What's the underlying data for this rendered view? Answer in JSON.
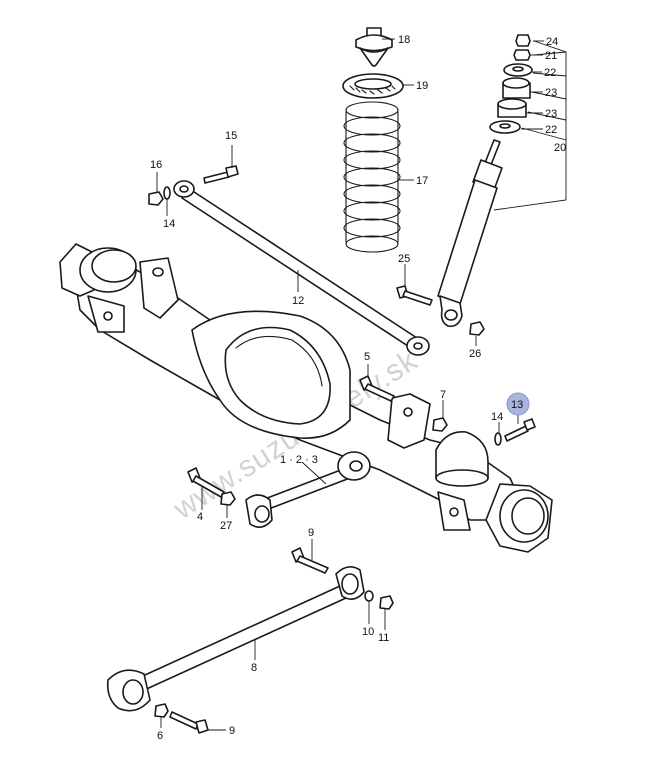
{
  "watermark": "www.suzuki-diely.sk",
  "colors": {
    "highlight": "#a7b5dc",
    "line": "#1a1a1a",
    "watermark": "#d2d2d2"
  },
  "labels": {
    "p1": "1 · 2 · 3",
    "p4": "4",
    "p5": "5",
    "p6": "6",
    "p7": "7",
    "p8": "8",
    "p9a": "9",
    "p9b": "9",
    "p10": "10",
    "p11": "11",
    "p12": "12",
    "p13": "13",
    "p14a": "14",
    "p14b": "14",
    "p15": "15",
    "p16": "16",
    "p17": "17",
    "p18": "18",
    "p19": "19",
    "p20": "20",
    "p21": "21",
    "p22a": "22",
    "p22b": "22",
    "p23a": "23",
    "p23b": "23",
    "p24": "24",
    "p25": "25",
    "p26": "26",
    "p27": "27"
  }
}
